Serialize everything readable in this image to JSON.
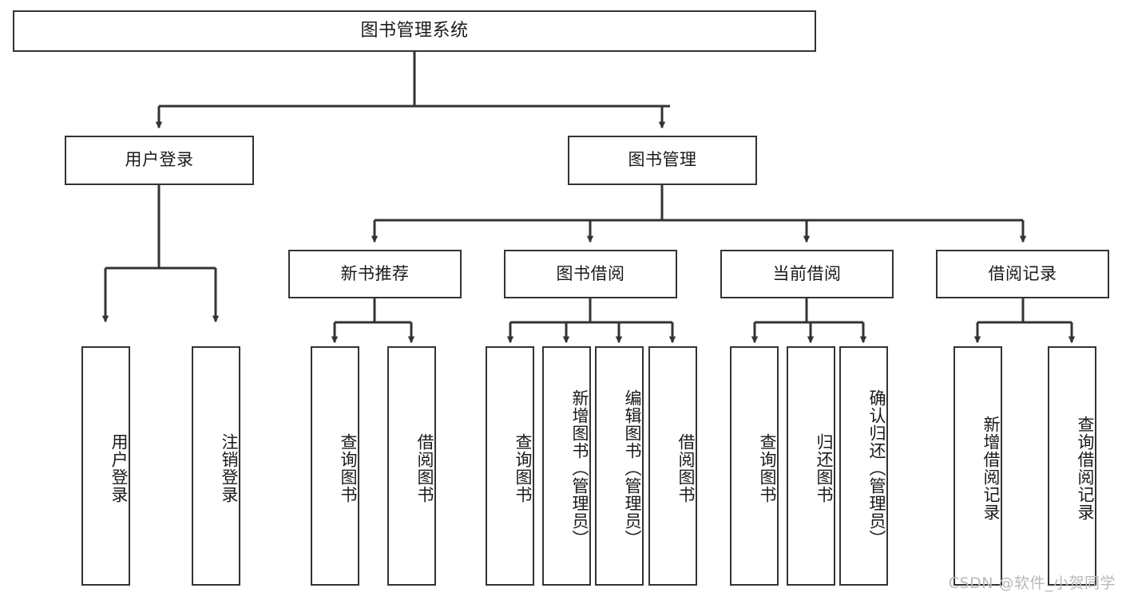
{
  "diagram": {
    "type": "tree",
    "title": "图书管理系统",
    "orientation": "top-down",
    "style": {
      "box_border_color": "#333333",
      "box_fill_color": "#ffffff",
      "edge_color": "#333333",
      "text_color": "#1a1a1a",
      "background": "#ffffff",
      "watermark_color": "#b9b9b9"
    },
    "root": {
      "label": "图书管理系统"
    },
    "level2": [
      {
        "label": "用户登录"
      },
      {
        "label": "图书管理"
      }
    ],
    "level3": [
      {
        "label": "新书推荐"
      },
      {
        "label": "图书借阅"
      },
      {
        "label": "当前借阅"
      },
      {
        "label": "借阅记录"
      }
    ],
    "leaves": {
      "user_login": [
        {
          "label": "用户登录"
        },
        {
          "label": "注销登录"
        }
      ],
      "new_book_recommend": [
        {
          "label": "查询图书"
        },
        {
          "label": "借阅图书"
        }
      ],
      "book_borrow": [
        {
          "label": "查询图书"
        },
        {
          "label": "新增图书（管理员）"
        },
        {
          "label": "编辑图书（管理员）"
        },
        {
          "label": "借阅图书"
        }
      ],
      "current_borrow": [
        {
          "label": "查询图书"
        },
        {
          "label": "归还图书"
        },
        {
          "label": "确认归还（管理员）"
        }
      ],
      "borrow_record": [
        {
          "label": "新增借阅记录"
        },
        {
          "label": "查询借阅记录"
        }
      ]
    }
  },
  "watermark": {
    "text": "CSDN @软件_小贺同学"
  }
}
